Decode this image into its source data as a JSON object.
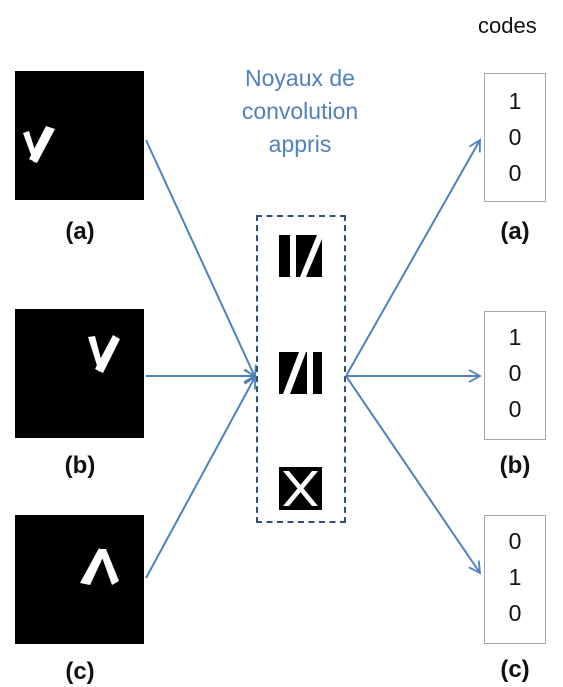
{
  "header": {
    "codes_title": "codes"
  },
  "kernels_title": {
    "line1": "Noyaux de",
    "line2": "convolution",
    "line3": "appris"
  },
  "inputs": [
    {
      "label": "(a)"
    },
    {
      "label": "(b)"
    },
    {
      "label": "(c)"
    }
  ],
  "outputs": [
    {
      "label": "(a)",
      "digits": [
        "1",
        "0",
        "0"
      ]
    },
    {
      "label": "(b)",
      "digits": [
        "1",
        "0",
        "0"
      ]
    },
    {
      "label": "(c)",
      "digits": [
        "0",
        "1",
        "0"
      ]
    }
  ],
  "colors": {
    "arrow": "#4f81bd",
    "title": "#4f81bd",
    "frame": "#2f4f7f"
  }
}
